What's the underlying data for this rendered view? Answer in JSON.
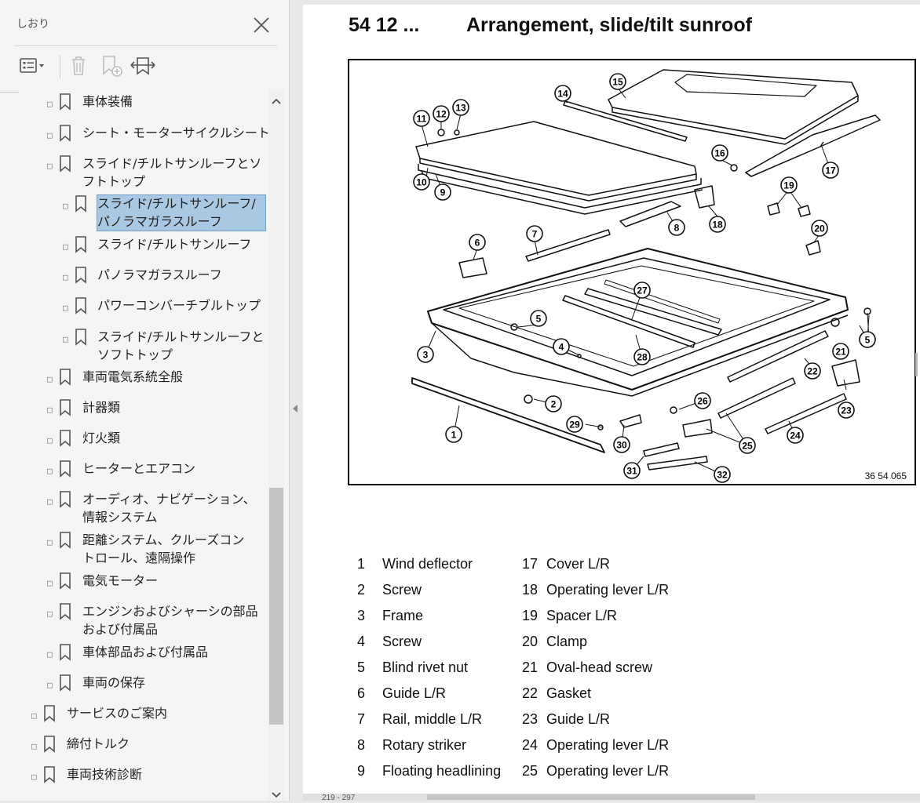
{
  "bookmarks_pane": {
    "title": "しおり",
    "close_icon": "close-icon",
    "toolbar": [
      {
        "icon": "options-list-icon",
        "enabled": true
      },
      {
        "icon": "trash-icon",
        "enabled": false
      },
      {
        "icon": "new-bookmark-icon",
        "enabled": false
      },
      {
        "icon": "expand-bookmark-icon",
        "enabled": true
      }
    ],
    "items": [
      {
        "label": "車体装備"
      },
      {
        "label": "シート・モーターサイクルシート"
      },
      {
        "label": "スライド/チルトサンルーフとソフトトップ"
      },
      {
        "label": "スライド/チルトサンルーフ/パノラマガラスルーフ",
        "selected": true
      },
      {
        "label": "スライド/チルトサンルーフ"
      },
      {
        "label": "パノラマガラスルーフ"
      },
      {
        "label": "パワーコンバーチブルトップ"
      },
      {
        "label": "スライド/チルトサンルーフとソフトトップ"
      },
      {
        "label": "車両電気系統全般"
      },
      {
        "label": "計器類"
      },
      {
        "label": "灯火類"
      },
      {
        "label": "ヒーターとエアコン"
      },
      {
        "label": "オーディオ、ナビゲーション、情報システム"
      },
      {
        "label": "距離システム、クルーズコントロール、遠隔操作"
      },
      {
        "label": "電気モーター"
      },
      {
        "label": "エンジンおよびシャーシの部品および付属品"
      },
      {
        "label": "車体部品および付属品"
      },
      {
        "label": "車両の保存"
      },
      {
        "label": "サービスのご案内"
      },
      {
        "label": "締付トルク"
      },
      {
        "label": "車両技術診断"
      }
    ]
  },
  "document": {
    "code": "54 12 ...",
    "title": "Arrangement, slide/tilt sunroof",
    "figure_code": "36 54 065",
    "callouts": [
      "1",
      "2",
      "3",
      "4",
      "5",
      "5",
      "6",
      "7",
      "8",
      "9",
      "10",
      "11",
      "12",
      "13",
      "14",
      "15",
      "16",
      "17",
      "18",
      "19",
      "20",
      "21",
      "22",
      "23",
      "24",
      "25",
      "26",
      "27",
      "28",
      "29",
      "30",
      "31",
      "32"
    ],
    "legend_left": [
      {
        "n": "1",
        "text": "Wind deflector"
      },
      {
        "n": "2",
        "text": "Screw"
      },
      {
        "n": "3",
        "text": "Frame"
      },
      {
        "n": "4",
        "text": "Screw"
      },
      {
        "n": "5",
        "text": "Blind rivet nut"
      },
      {
        "n": "6",
        "text": "Guide L/R"
      },
      {
        "n": "7",
        "text": "Rail, middle L/R"
      },
      {
        "n": "8",
        "text": "Rotary striker"
      },
      {
        "n": "9",
        "text": "Floating headlining"
      }
    ],
    "legend_right": [
      {
        "n": "17",
        "text": "Cover L/R"
      },
      {
        "n": "18",
        "text": "Operating lever L/R"
      },
      {
        "n": "19",
        "text": "Spacer L/R"
      },
      {
        "n": "20",
        "text": "Clamp"
      },
      {
        "n": "21",
        "text": "Oval-head screw"
      },
      {
        "n": "22",
        "text": "Gasket"
      },
      {
        "n": "23",
        "text": "Guide L/R"
      },
      {
        "n": "24",
        "text": "Operating lever L/R"
      },
      {
        "n": "25",
        "text": "Operating lever L/R"
      }
    ]
  },
  "page_indicator": "219 - 297"
}
